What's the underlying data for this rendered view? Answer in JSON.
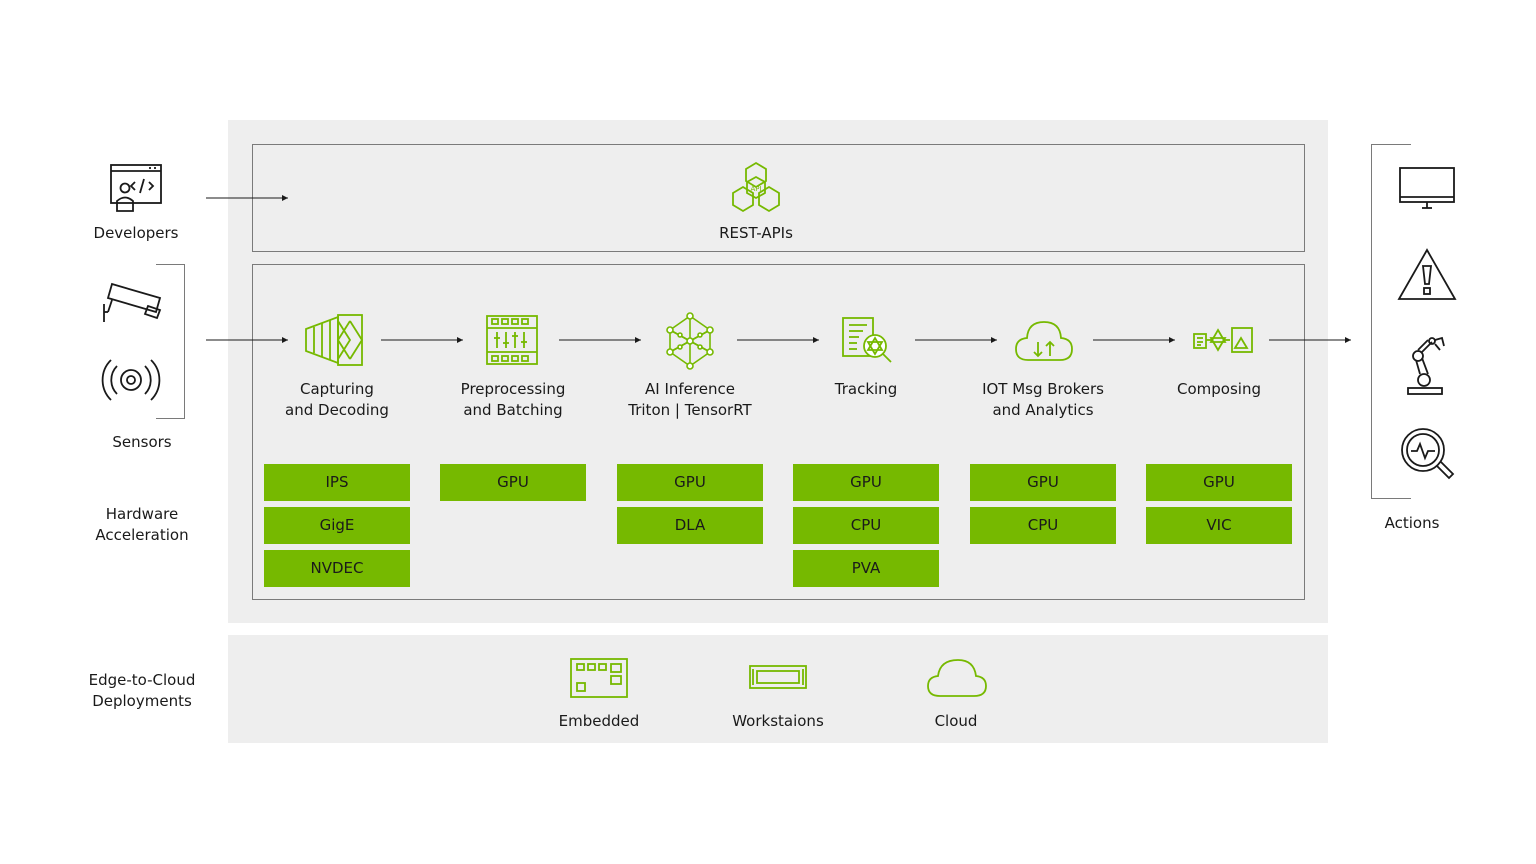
{
  "left": {
    "developers": "Developers",
    "sensors": "Sensors",
    "hardware_acceleration": [
      "Hardware",
      "Acceleration"
    ],
    "edge_to_cloud": [
      "Edge-to-Cloud",
      "Deployments"
    ]
  },
  "rest_api": {
    "label": "REST-APIs",
    "icon_text": "API"
  },
  "stages": [
    {
      "label": [
        "Capturing",
        "and Decoding"
      ],
      "icon": "capture-decode-icon",
      "chips": [
        "IPS",
        "GigE",
        "NVDEC"
      ]
    },
    {
      "label": [
        "Preprocessing",
        "and Batching"
      ],
      "icon": "preprocess-batch-icon",
      "chips": [
        "GPU"
      ]
    },
    {
      "label": [
        "AI Inference",
        "Triton | TensorRT"
      ],
      "icon": "neural-network-icon",
      "chips": [
        "GPU",
        "DLA"
      ]
    },
    {
      "label": [
        "Tracking",
        ""
      ],
      "icon": "tracking-icon",
      "chips": [
        "GPU",
        "CPU",
        "PVA"
      ]
    },
    {
      "label": [
        "IOT Msg Brokers",
        "and Analytics"
      ],
      "icon": "cloud-upload-icon",
      "chips": [
        "GPU",
        "CPU"
      ]
    },
    {
      "label": [
        "Composing",
        ""
      ],
      "icon": "composing-icon",
      "chips": [
        "GPU",
        "VIC"
      ]
    }
  ],
  "actions": {
    "label": "Actions",
    "icons": [
      "monitor-icon",
      "warning-icon",
      "robot-arm-icon",
      "analytics-magnifier-icon"
    ]
  },
  "deployments": [
    {
      "label": "Embedded",
      "icon": "embedded-board-icon"
    },
    {
      "label": "Workstaions",
      "icon": "workstation-icon"
    },
    {
      "label": "Cloud",
      "icon": "cloud-icon"
    }
  ],
  "colors": {
    "accent": "#76b900",
    "panel": "#eeeeee",
    "frame": "#7a7a7a",
    "icon_dark": "#1a1a1a"
  }
}
